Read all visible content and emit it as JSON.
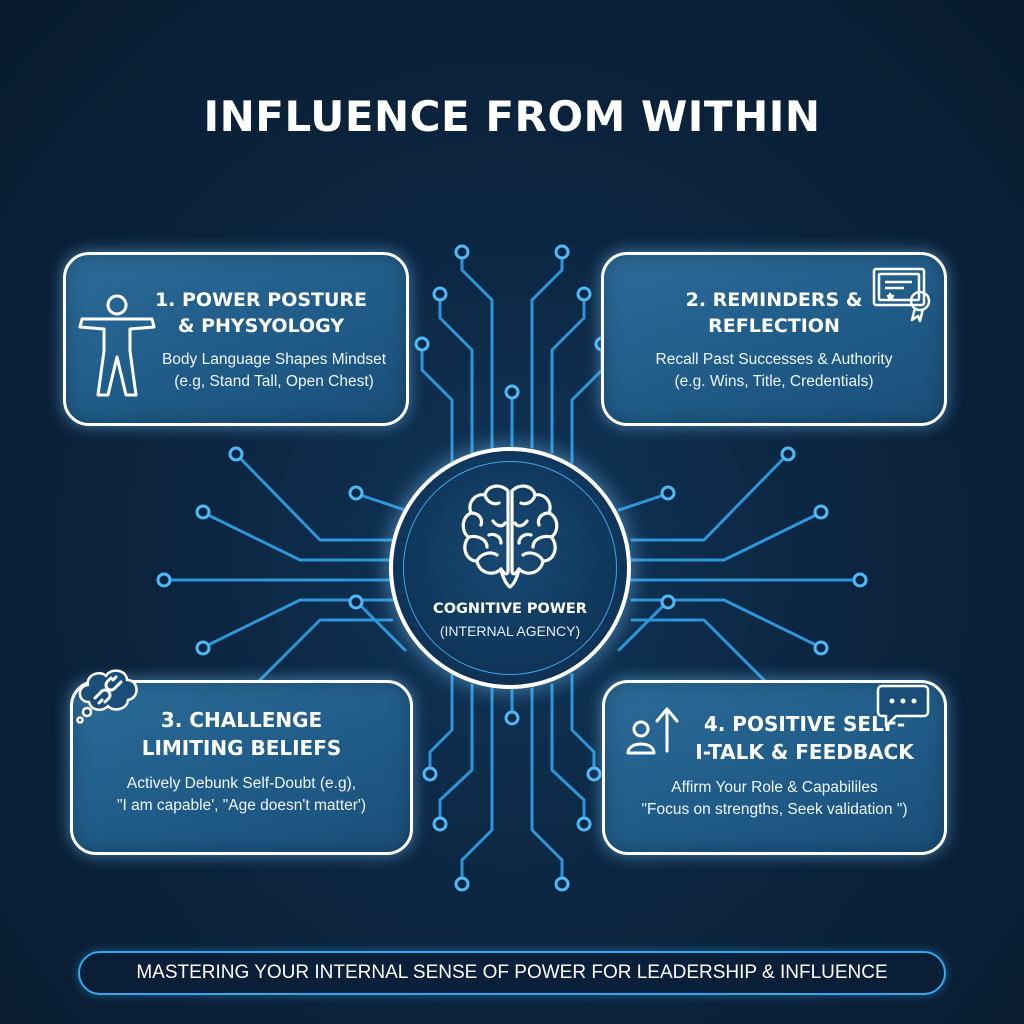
{
  "title": "INFLUENCE FROM WITHIN",
  "center": {
    "title": "COGNITIVE POWER",
    "subtitle": "(INTERNAL AGENCY)",
    "icon": "brain-icon"
  },
  "cards": [
    {
      "title_line1": "1. POWER POSTURE",
      "title_line2": "& PHYSYOLOGY",
      "body_line1": "Body Language Shapes Mindset",
      "body_line2": "(e.g, Stand Tall, Open Chest)",
      "icon": "person-posture-icon"
    },
    {
      "title_line1": "2. REMINDERS &",
      "title_line2": "REFLECTION",
      "body_line1": "Recall Past Successes & Authority",
      "body_line2": "(e.g. Wins, Title, Credentials)",
      "icon": "certificate-icon"
    },
    {
      "title_line1": "3. CHALLENGE",
      "title_line2": "LIMITING BELIEFS",
      "body_line1": "Actively Debunk Self-Doubt (e.g),",
      "body_line2": "\"I am capable', \"Age doesn't matter')",
      "icon": "broken-chain-thought-icon"
    },
    {
      "title_line1": "4. POSITIVE SELF-",
      "title_line2": "I-TALK & FEEDBACK",
      "body_line1": "Affirm Your Role & Capabililes",
      "body_line2": "\"Focus on strengths, Seek validation \")",
      "icon": "user-growth-icon"
    }
  ],
  "footer": "MASTERING YOUR INTERNAL SENSE OF POWER FOR LEADERSHIP & INFLUENCE",
  "colors": {
    "background": "#0c2540",
    "card": "#25628f",
    "circuit": "#2f9be0",
    "node": "#4fb8f5"
  }
}
